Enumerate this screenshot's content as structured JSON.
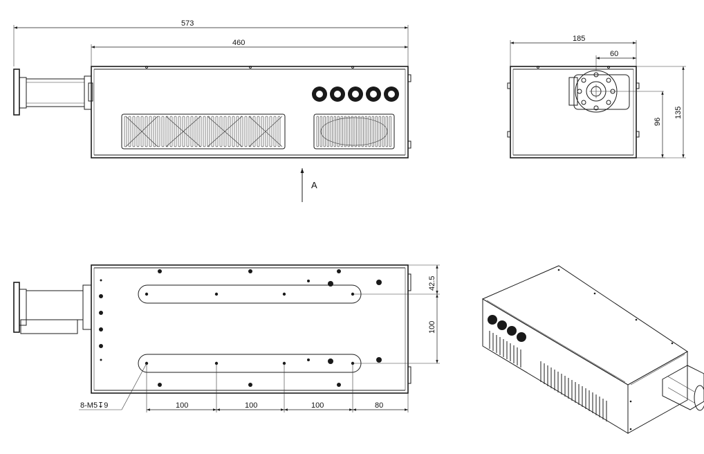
{
  "dimensions": {
    "overall_length": "573",
    "body_length": "460",
    "end_width": "185",
    "flange_offset": "60",
    "height_total": "135",
    "flange_height": "96",
    "slot_offset_top": "42.5",
    "slot_spacing": "100",
    "hole_pitch_1": "100",
    "hole_pitch_2": "100",
    "hole_pitch_3": "100",
    "hole_edge": "80"
  },
  "labels": {
    "view_arrow": "A",
    "hole_callout": "8-M5↧9"
  }
}
